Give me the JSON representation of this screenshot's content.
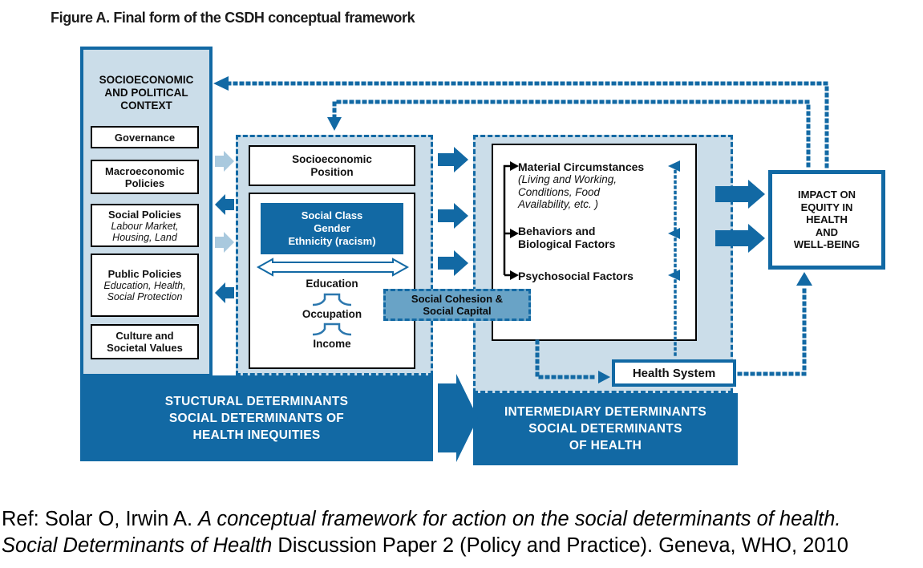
{
  "title": "Figure A. Final form of the CSDH conceptual framework",
  "context_panel": {
    "header": "SOCIOECONOMIC\nAND POLITICAL\nCONTEXT",
    "boxes": [
      {
        "label": "Governance",
        "sublabel": ""
      },
      {
        "label": "Macroeconomic\nPolicies",
        "sublabel": ""
      },
      {
        "label": "Social Policies",
        "sublabel": "Labour Market,\nHousing, Land"
      },
      {
        "label": "Public Policies",
        "sublabel": "Education, Health,\nSocial Protection"
      },
      {
        "label": "Culture and\nSocietal Values",
        "sublabel": ""
      }
    ]
  },
  "structural": {
    "socioeconomic_position": "Socioeconomic\nPosition",
    "social_class": "Social Class\nGender\nEthnicity (racism)",
    "ladder": [
      "Education",
      "Occupation",
      "Income"
    ],
    "banner": "STUCTURAL DETERMINANTS\nSOCIAL DETERMINANTS OF\nHEALTH INEQUITIES"
  },
  "social_cohesion": {
    "label": "Social Cohesion &\nSocial Capital"
  },
  "intermediary": {
    "items": [
      {
        "label": "Material Circumstances",
        "sublabel": "(Living and Working,\nConditions, Food\nAvailability, etc. )"
      },
      {
        "label": "Behaviors and\nBiological Factors",
        "sublabel": ""
      },
      {
        "label": "Psychosocial Factors",
        "sublabel": ""
      }
    ],
    "banner": "INTERMEDIARY DETERMINANTS\nSOCIAL DETERMINANTS\nOF HEALTH"
  },
  "health_system": {
    "label": "Health System"
  },
  "impact": {
    "label": "IMPACT ON\nEQUITY IN\nHEALTH\nAND\nWELL-BEING"
  },
  "reference": {
    "line1_prefix": "Ref: Solar O, Irwin A. ",
    "line1_italic": "A conceptual framework for action on the social determinants of health.",
    "line2_italic": "Social Determinants of Health",
    "line2_suffix": " Discussion Paper 2 (Policy and Practice). Geneva, WHO, 2010"
  },
  "colors": {
    "dark_blue": "#1269A4",
    "light_blue": "#CBDDE9",
    "medium_blue": "#69A3C6",
    "pale_arrow_blue": "#A9C9DE"
  }
}
